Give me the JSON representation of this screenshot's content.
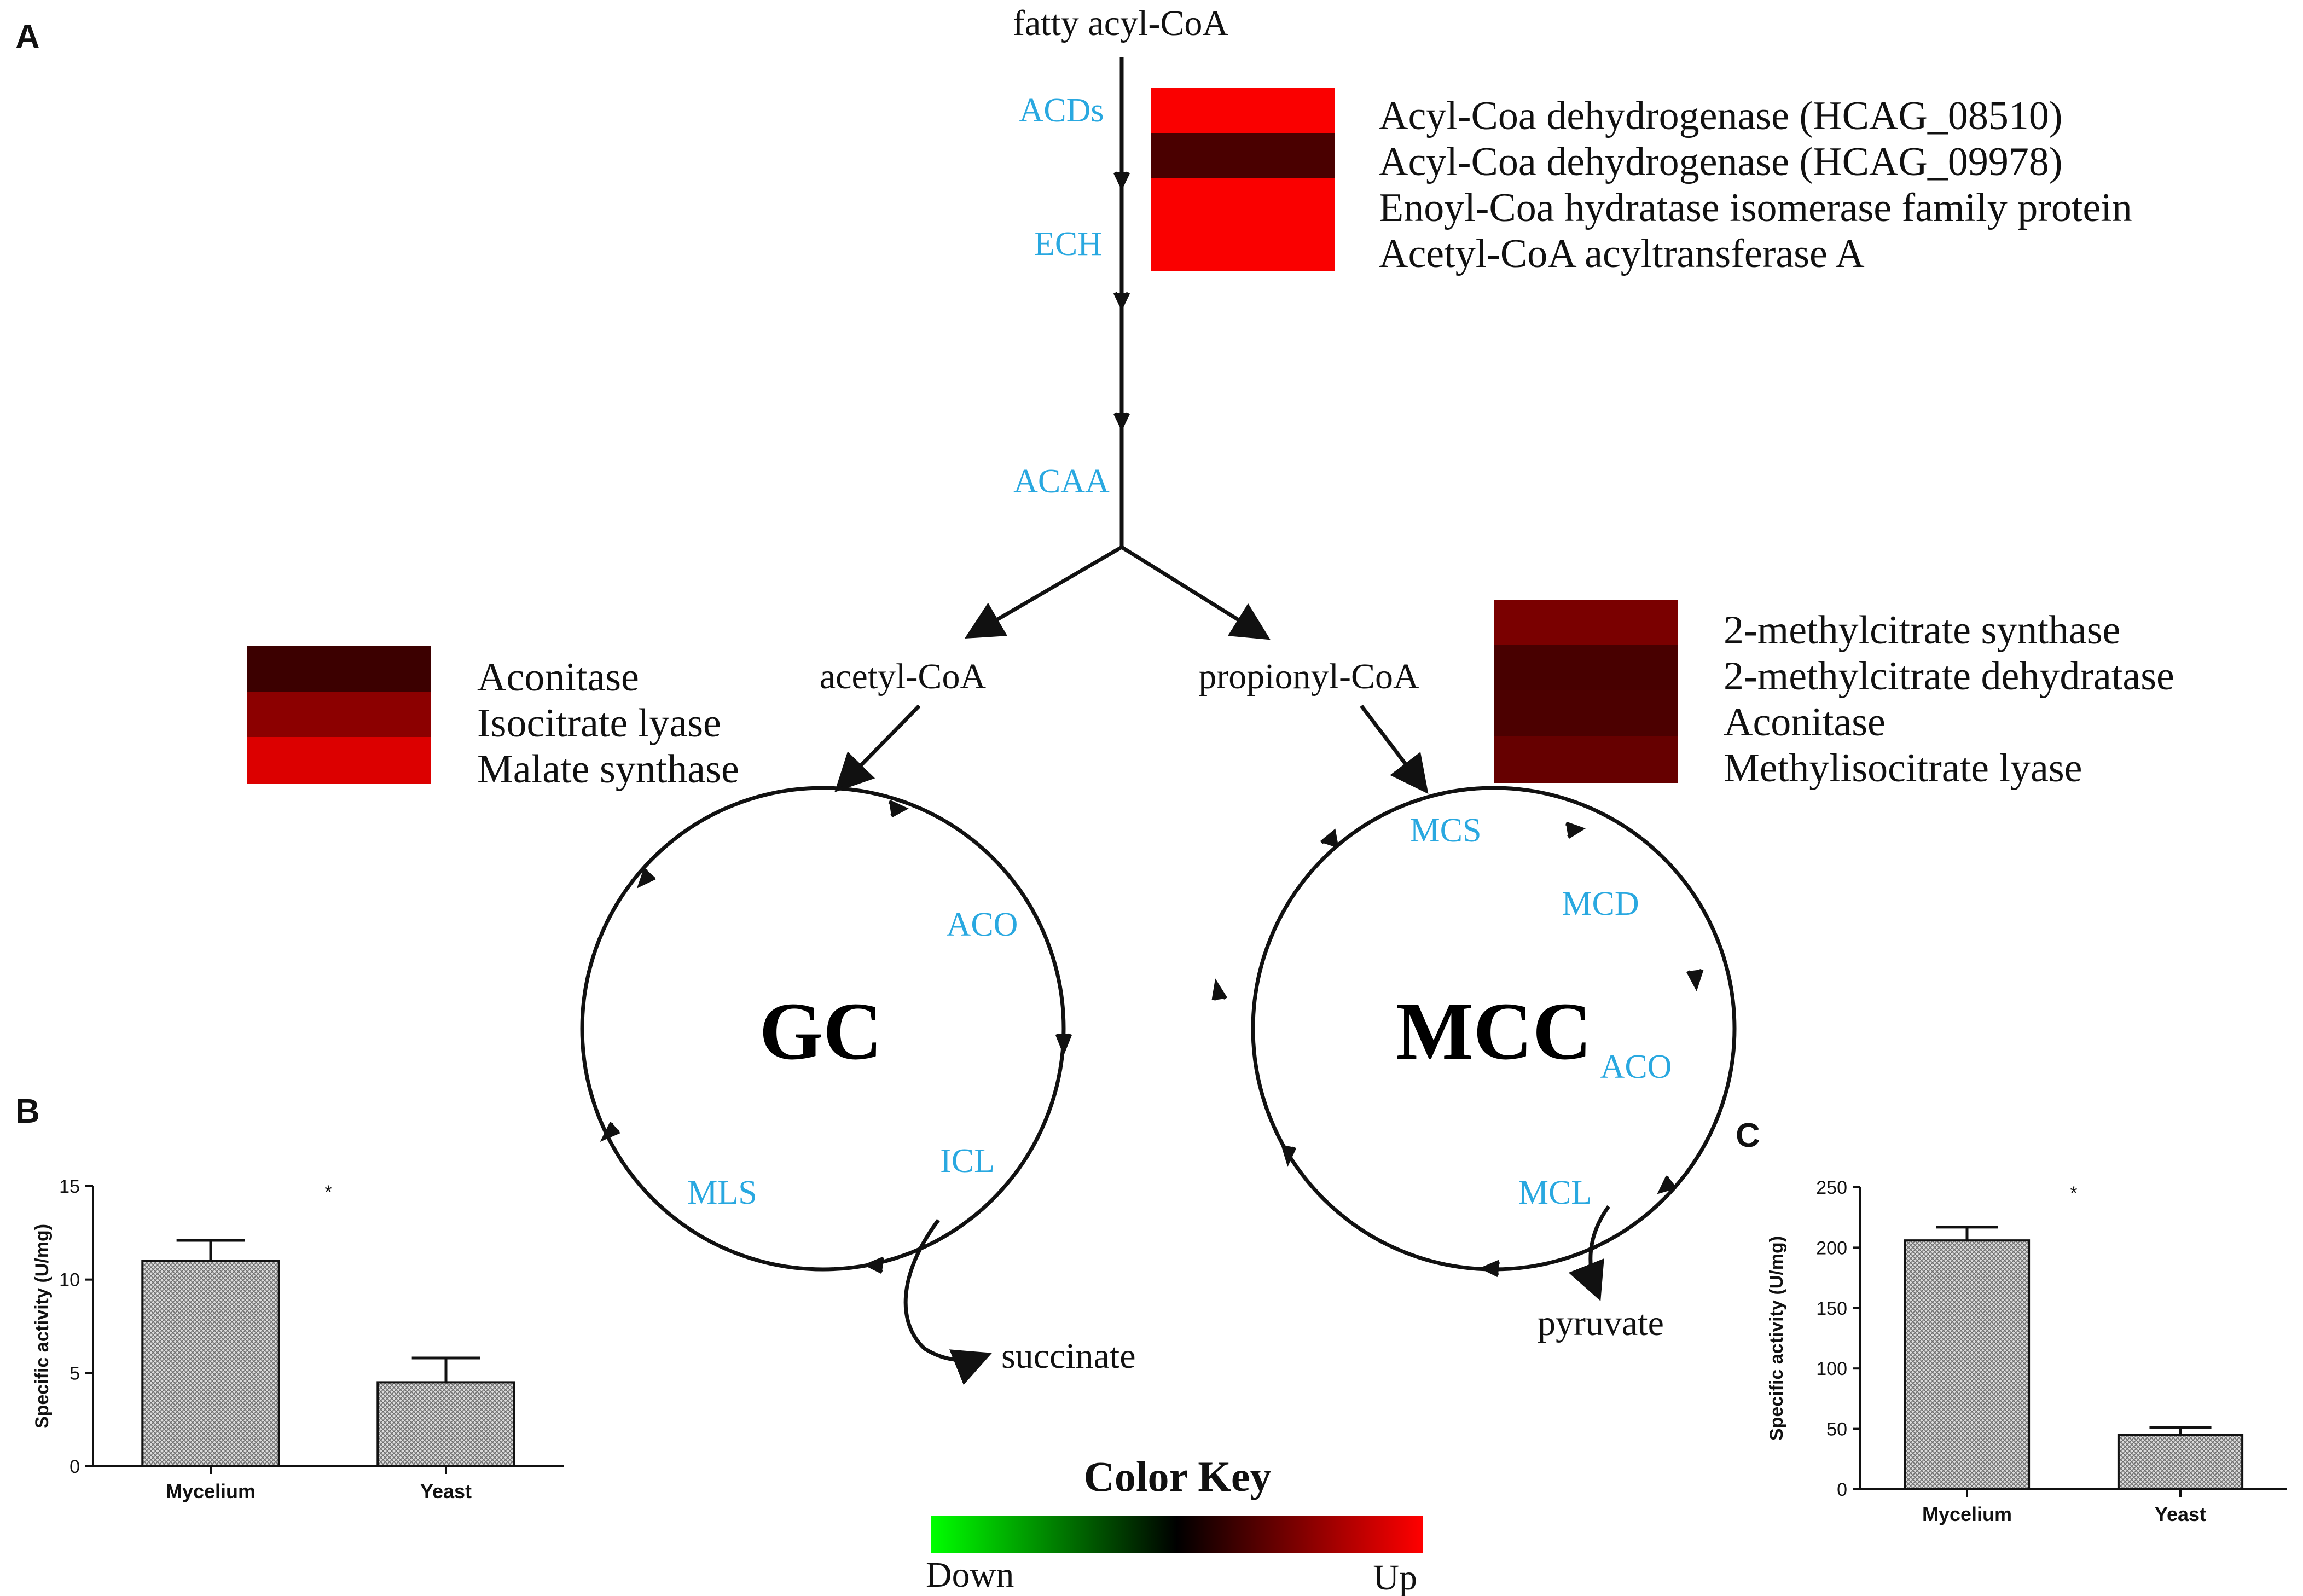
{
  "panels": {
    "a": "A",
    "b": "B",
    "c": "C"
  },
  "pathway": {
    "start": "fatty acyl-CoA",
    "enzymes": {
      "acds": "ACDs",
      "ech": "ECH",
      "acaa": "ACAA"
    },
    "branch_left": "acetyl-CoA",
    "branch_right": "propionyl-CoA",
    "gc": {
      "label": "GC",
      "enzymes": {
        "aco": "ACO",
        "icl": "ICL",
        "mls": "MLS"
      },
      "product": "succinate"
    },
    "mcc": {
      "label": "MCC",
      "enzymes": {
        "mcs": "MCS",
        "mcd": "MCD",
        "aco": "ACO",
        "mcl": "MCL"
      },
      "product": "pyruvate"
    }
  },
  "heatmaps": {
    "beta_oxidation": {
      "genes": [
        "Acyl-Coa dehydrogenase (HCAG_08510)",
        "Acyl-Coa dehydrogenase (HCAG_09978)",
        "Enoyl-Coa hydratase isomerase family protein",
        "Acetyl-CoA acyltransferase A"
      ],
      "colors": [
        "#fa0000",
        "#4a0000",
        "#fa0000",
        "#fa0000"
      ]
    },
    "glyoxylate": {
      "genes": [
        "Aconitase",
        "Isocitrate lyase",
        "Malate synthase"
      ],
      "colors": [
        "#3c0000",
        "#8c0000",
        "#dc0000"
      ]
    },
    "methylcitrate": {
      "genes": [
        "2-methylcitrate synthase",
        "2-methylcitrate dehydratase",
        "Aconitase",
        "Methylisocitrate lyase"
      ],
      "colors": [
        "#7a0000",
        "#480000",
        "#4c0000",
        "#660000"
      ]
    }
  },
  "color_key": {
    "title": "Color Key",
    "low": "Down",
    "high": "Up",
    "colors": [
      "#00ff00",
      "#000000",
      "#ff0000"
    ]
  },
  "chart_data": [
    {
      "type": "bar",
      "panel": "B",
      "categories": [
        "Mycelium",
        "Yeast"
      ],
      "values": [
        11.0,
        4.5
      ],
      "errors": [
        1.1,
        1.3
      ],
      "ylabel": "Specific activity (U/mg)",
      "ylim": [
        0,
        15
      ],
      "yticks": [
        "0",
        "5",
        "10",
        "15"
      ],
      "significance": "*",
      "grid": false
    },
    {
      "type": "bar",
      "panel": "C",
      "categories": [
        "Mycelium",
        "Yeast"
      ],
      "values": [
        206,
        45
      ],
      "errors": [
        11,
        6
      ],
      "ylabel": "Specific activity (U/mg)",
      "ylim": [
        0,
        250
      ],
      "yticks": [
        "0",
        "50",
        "100",
        "150",
        "200",
        "250"
      ],
      "significance": "*",
      "grid": false
    }
  ]
}
